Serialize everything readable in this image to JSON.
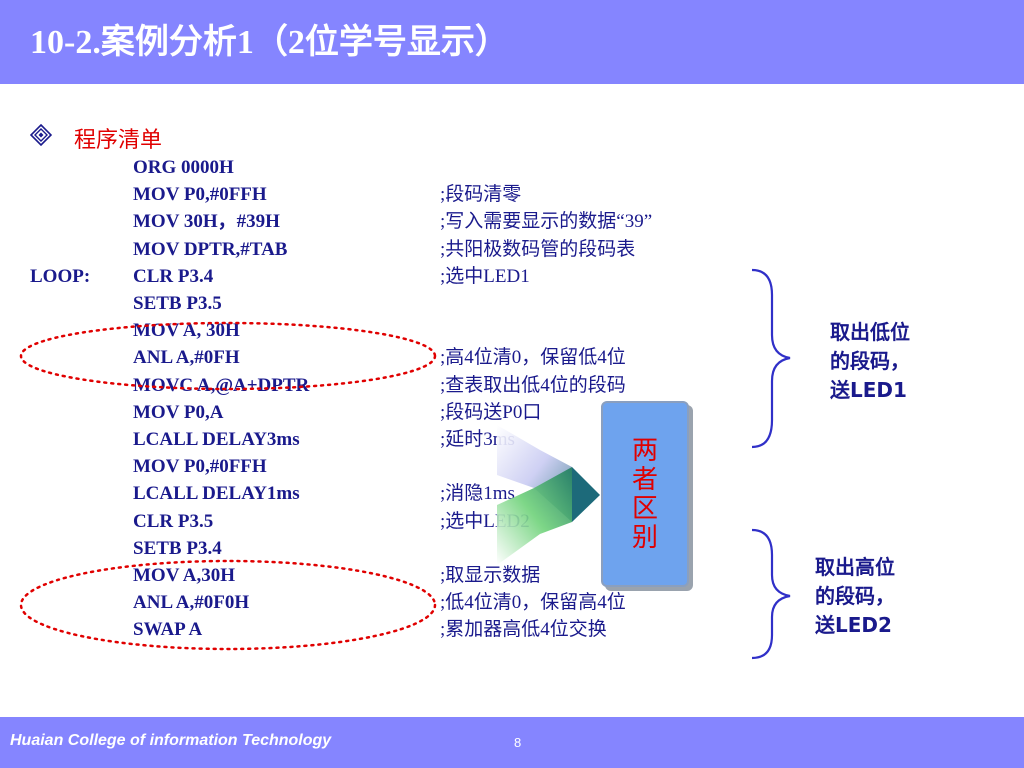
{
  "slide": {
    "title": "10-2.案例分析1（2位学号显示）",
    "section_heading": "程序清单",
    "code_lines": [
      {
        "label": "",
        "instr": "ORG     0000H",
        "comment": ""
      },
      {
        "label": "",
        "instr": "MOV      P0,#0FFH",
        "comment": ";段码清零"
      },
      {
        "label": "",
        "instr": "MOV      30H，#39H",
        "comment": ";写入需要显示的数据“39”"
      },
      {
        "label": "",
        "instr": "MOV      DPTR,#TAB",
        "comment": ";共阳极数码管的段码表"
      },
      {
        "label": "LOOP:",
        "instr": "CLR      P3.4",
        "comment": ";选中LED1"
      },
      {
        "label": "",
        "instr": "SETB     P3.5",
        "comment": ""
      },
      {
        "label": "",
        "instr": "MOV      A,  30H",
        "comment": ""
      },
      {
        "label": "",
        "instr": "ANL      A,#0FH",
        "comment": ";高4位清0，保留低4位"
      },
      {
        "label": "",
        "instr": "MOVC   A,@A+DPTR",
        "comment": ";查表取出低4位的段码"
      },
      {
        "label": "",
        "instr": "MOV      P0,A",
        "comment": ";段码送P0口"
      },
      {
        "label": "",
        "instr": "LCALL   DELAY3ms",
        "comment": ";延时3ms"
      },
      {
        "label": "",
        "instr": "MOV       P0,#0FFH",
        "comment": ""
      },
      {
        "label": "",
        "instr": "LCALL   DELAY1ms",
        "comment": ";消隐1ms"
      },
      {
        "label": "",
        "instr": "CLR      P3.5",
        "comment": ";选中LED2"
      },
      {
        "label": "",
        "instr": "SETB     P3.4",
        "comment": ""
      },
      {
        "label": "",
        "instr": "MOV      A,30H",
        "comment": ";取显示数据"
      },
      {
        "label": "",
        "instr": "ANL      A,#0F0H",
        "comment": ";低4位清0，保留高4位"
      },
      {
        "label": "",
        "instr": "SWAP    A",
        "comment": ";累加器高低4位交换"
      }
    ],
    "difference_box": {
      "text": "两者区别"
    },
    "note_low": [
      "取出低位",
      "的段码，",
      "送LED1"
    ],
    "note_high": [
      "取出高位",
      "的段码，",
      "送LED2"
    ]
  },
  "footer": {
    "institution": "Huaian College of information Technology",
    "page_number": "8"
  },
  "colors": {
    "bar": "#8585ff",
    "code_text": "#1a1a8c",
    "accent_red": "#e00000",
    "box_fill": "#6ea3ee"
  }
}
